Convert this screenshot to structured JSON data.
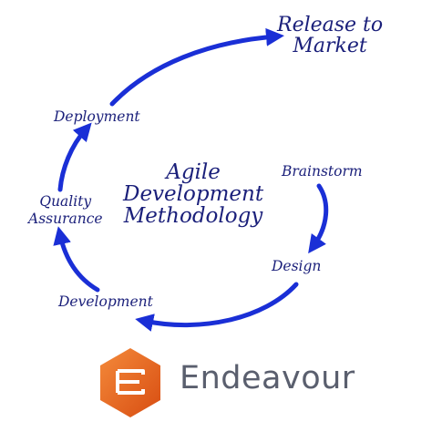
{
  "diagram": {
    "title_lines": [
      "Agile",
      "Development",
      "Methodology"
    ],
    "goal_lines": [
      "Release to",
      "Market"
    ],
    "stages": {
      "brainstorm": "Brainstorm",
      "design": "Design",
      "development": "Development",
      "quality_assurance": [
        "Quality",
        "Assurance"
      ],
      "deployment": "Deployment"
    },
    "arrow_color": "#1a2fd6",
    "text_color": "#1a1f7a"
  },
  "brand": {
    "name": "Endeavour",
    "mark_color": "#e8631c",
    "text_color": "#5a5f6e"
  }
}
